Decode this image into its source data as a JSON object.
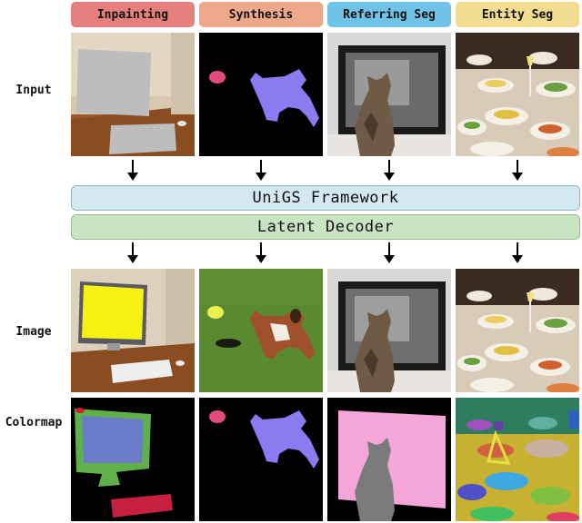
{
  "columns": [
    {
      "label": "Inpainting",
      "color": "#e5807c"
    },
    {
      "label": "Synthesis",
      "color": "#eea98a"
    },
    {
      "label": "Referring Seg",
      "color": "#6ec3e6"
    },
    {
      "label": "Entity Seg",
      "color": "#f1dd92"
    }
  ],
  "rows": {
    "input": "Input",
    "image": "Image",
    "colormap": "Colormap"
  },
  "framework_label": "UniGS Framework",
  "decoder_label": "Latent Decoder",
  "colors": {
    "mask_gray": "#bdbdbd",
    "dog_purple": "#8a7bf0",
    "blob_pink": "#e34b7a",
    "framework_bar": "#d4e8f2",
    "decoder_bar": "#c9e4c2",
    "highlight_yellow": "#f5f213"
  }
}
